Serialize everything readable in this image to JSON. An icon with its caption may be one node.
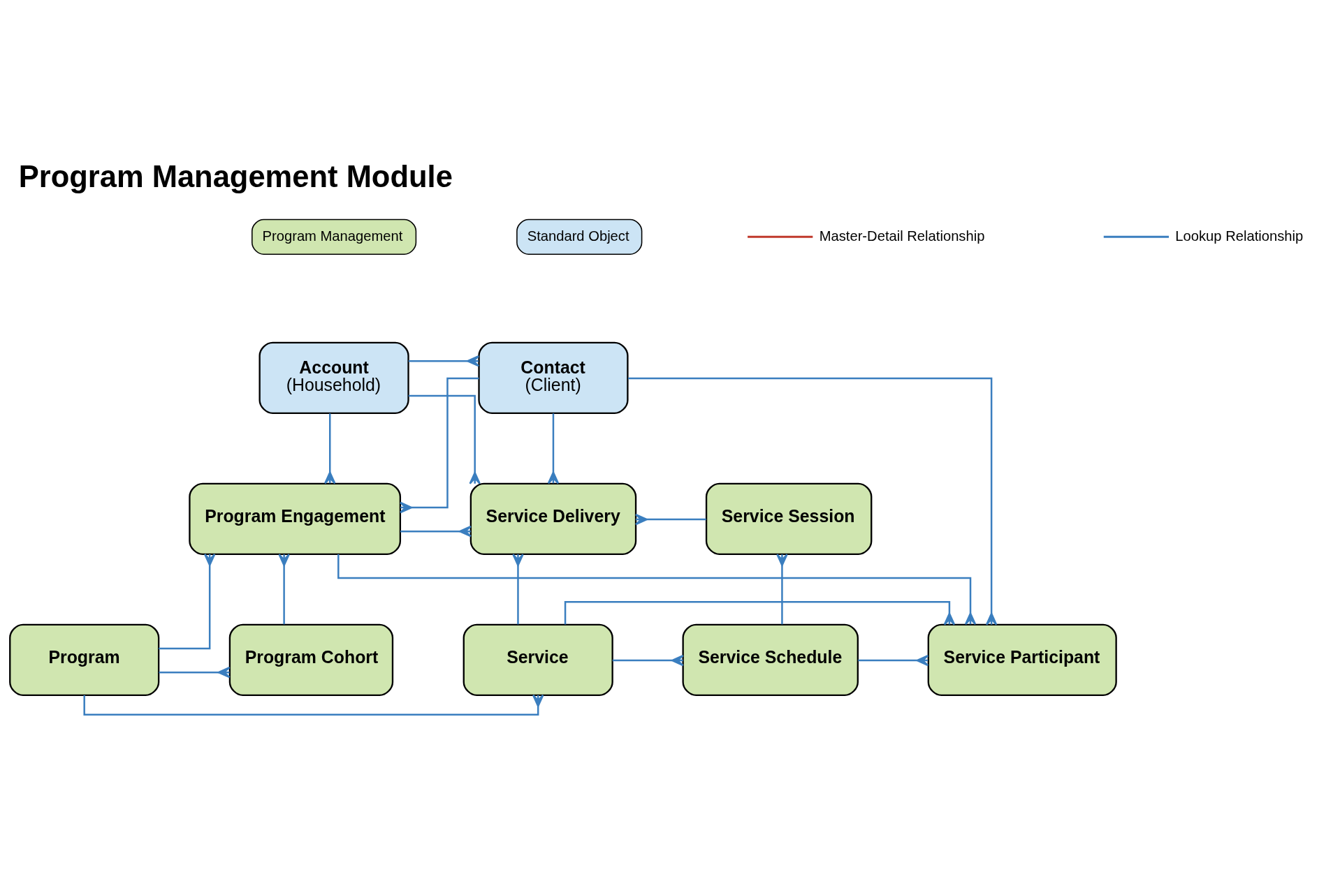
{
  "diagram": {
    "title": "Program Management Module",
    "nodes": [
      {
        "text": [
          "Account",
          "(Household)"
        ]
      },
      {
        "text": [
          "Contact",
          "(Client)"
        ]
      },
      {
        "text": [
          "Program Engagement"
        ]
      },
      {
        "text": [
          "Service Delivery"
        ]
      },
      {
        "text": [
          "Service Session"
        ]
      },
      {
        "text": [
          "Program Cohort"
        ]
      },
      {
        "text": [
          "Program"
        ]
      },
      {
        "text": [
          "Service"
        ]
      },
      {
        "text": [
          "Service Schedule"
        ]
      },
      {
        "text": [
          "Service Participant"
        ]
      }
    ],
    "edges": [
      {
        "from": 0,
        "to": 1,
        "arrow": "other"
      },
      {
        "from": 0,
        "to": 3,
        "arrow": "other"
      },
      {
        "from": 0,
        "to": 2,
        "arrow": "other"
      },
      {
        "from": 1,
        "to": 2,
        "arrow": "other"
      },
      {
        "from": 1,
        "to": 3,
        "arrow": "other"
      },
      {
        "from": 1,
        "to": 9,
        "arrow": "other"
      },
      {
        "from": 2,
        "to": 3,
        "arrow": "other"
      },
      {
        "from": 5,
        "to": 2,
        "arrow": "other"
      },
      {
        "from": 6,
        "to": 2,
        "arrow": "other"
      },
      {
        "from": 6,
        "to": 5,
        "arrow": "other"
      },
      {
        "from": 6,
        "to": 7,
        "arrow": "other"
      },
      {
        "from": 7,
        "to": 3,
        "arrow": "other"
      },
      {
        "from": 4,
        "to": 3,
        "arrow": "other"
      },
      {
        "from": 8,
        "to": 4,
        "arrow": "other"
      },
      {
        "from": 7,
        "to": 8,
        "arrow": "other"
      },
      {
        "from": 8,
        "to": 9,
        "arrow": "other"
      },
      {
        "from": 7,
        "to": 9,
        "arrow": "other"
      },
      {
        "from": 2,
        "to": 9,
        "arrow": "other"
      }
    ],
    "legend": [
      {
        "text": "Program Management",
        "color": "#d0e6b0"
      },
      {
        "text": "Standard Object",
        "color": "#cce4f5"
      },
      {
        "text": "Master-Detail Relationship"
      },
      {
        "text": "Lookup Relationship"
      }
    ]
  }
}
